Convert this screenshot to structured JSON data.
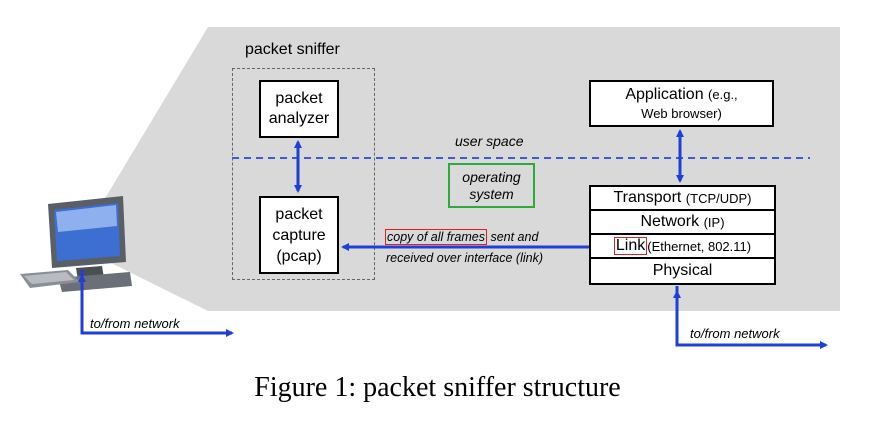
{
  "sniffer": {
    "title": "packet sniffer",
    "analyzer": [
      "packet",
      "analyzer"
    ],
    "capture": [
      "packet",
      "capture",
      "(pcap)"
    ]
  },
  "user_space": "user space",
  "operating_system": [
    "operating",
    "system"
  ],
  "application": {
    "line1_main": "Application",
    "line1_small": "(e.g.,",
    "line2": "Web browser)"
  },
  "stack": {
    "transport_main": "Transport",
    "transport_small": "(TCP/UDP)",
    "network_main": "Network",
    "network_small": "(IP)",
    "link_main": "Link",
    "link_small": "(Ethernet, 802.11)",
    "physical": "Physical"
  },
  "copy_note": {
    "highlight": "copy of all frames",
    "rest1": " sent and",
    "line2": "received over interface (link)"
  },
  "to_from_left": "to/from network",
  "to_from_right": "to/from network",
  "caption": "Figure 1: packet sniffer structure",
  "colors": {
    "panel": "#d9d9d9",
    "arrow": "#1f3fd6",
    "dashed": "#3b5bd9",
    "os_box": "#2eaa3a",
    "highlight": "#e02020"
  }
}
